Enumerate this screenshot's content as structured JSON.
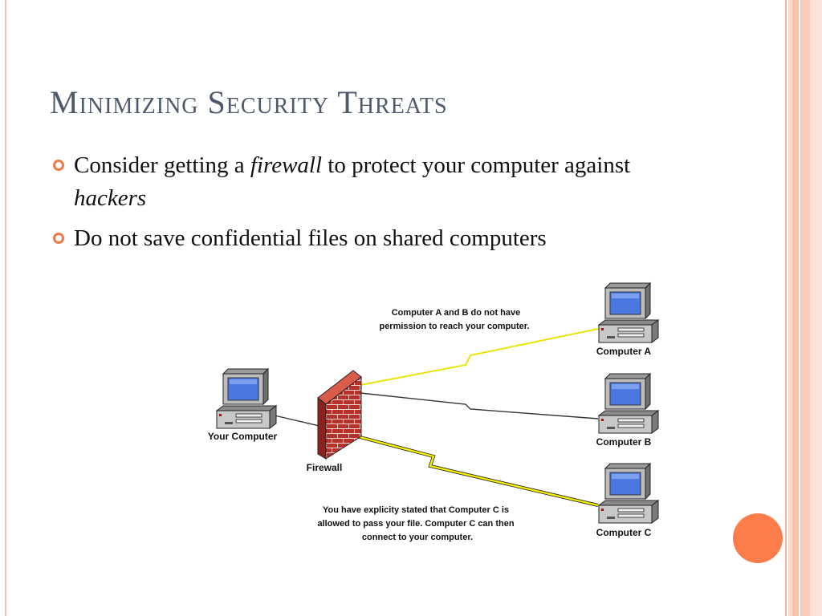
{
  "slide": {
    "title": "Minimizing Security Threats",
    "bullets": [
      {
        "before": "Consider getting a ",
        "em1": "firewall",
        "middle": " to protect your computer against ",
        "em2": "hackers"
      },
      {
        "text": "Do not save confidential files on shared computers"
      }
    ]
  },
  "diagram": {
    "your_computer": "Your Computer",
    "firewall": "Firewall",
    "computer_a": "Computer A",
    "computer_b": "Computer B",
    "computer_c": "Computer C",
    "note_top": [
      "Computer A and B do not have",
      "permission to reach your computer."
    ],
    "note_bottom": [
      "You have explicity stated that Computer C is",
      "allowed to pass your file.  Computer C can then",
      "connect to your computer."
    ]
  },
  "colors": {
    "accent": "#fc7c4a",
    "title": "#4e5a6b",
    "bullet": "#f07a45",
    "brick": "#b8302a",
    "screen": "#4a78e0",
    "lightning": "#f4f000"
  }
}
